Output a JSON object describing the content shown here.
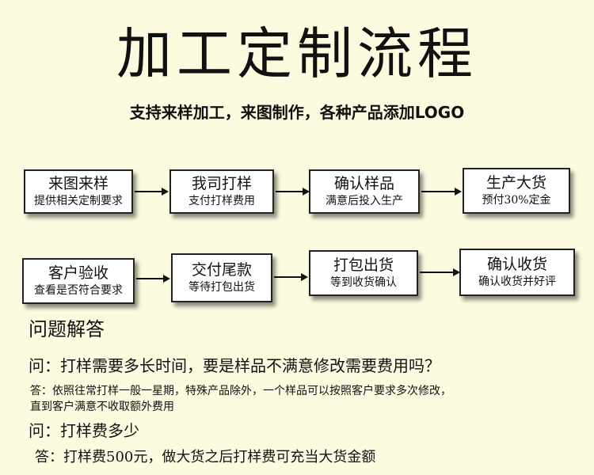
{
  "title": "加工定制流程",
  "subtitle": "支持来样加工，来图制作，各种产品添加LOGO",
  "steps_row1": [
    {
      "main": "来图来样",
      "sub": "提供相关定制要求"
    },
    {
      "main": "我司打样",
      "sub": "支付打样费用"
    },
    {
      "main": "确认样品",
      "sub": "满意后投入生产"
    },
    {
      "main": "生产大货",
      "sub": "预付30%定金"
    }
  ],
  "steps_row2": [
    {
      "main": "客户验收",
      "sub": "查看是否符合要求"
    },
    {
      "main": "交付尾款",
      "sub": "等待打包出货"
    },
    {
      "main": "打包出货",
      "sub": "等到收货确认"
    },
    {
      "main": "确认收货",
      "sub": "确认收货并好评"
    }
  ],
  "qa": {
    "heading": "问题解答",
    "q1": "问：打样需要多长时间，要是样品不满意修改需要费用吗？",
    "a1_line1": "答：依照往常打样一般一星期，特殊产品除外，一个样品可以按照客户要求多次修改，",
    "a1_line2": "直到客户满意不收取额外费用",
    "q2": "问：打样费多少",
    "a2": "答：打样费500元，做大货之后打样费可充当大货金额"
  }
}
